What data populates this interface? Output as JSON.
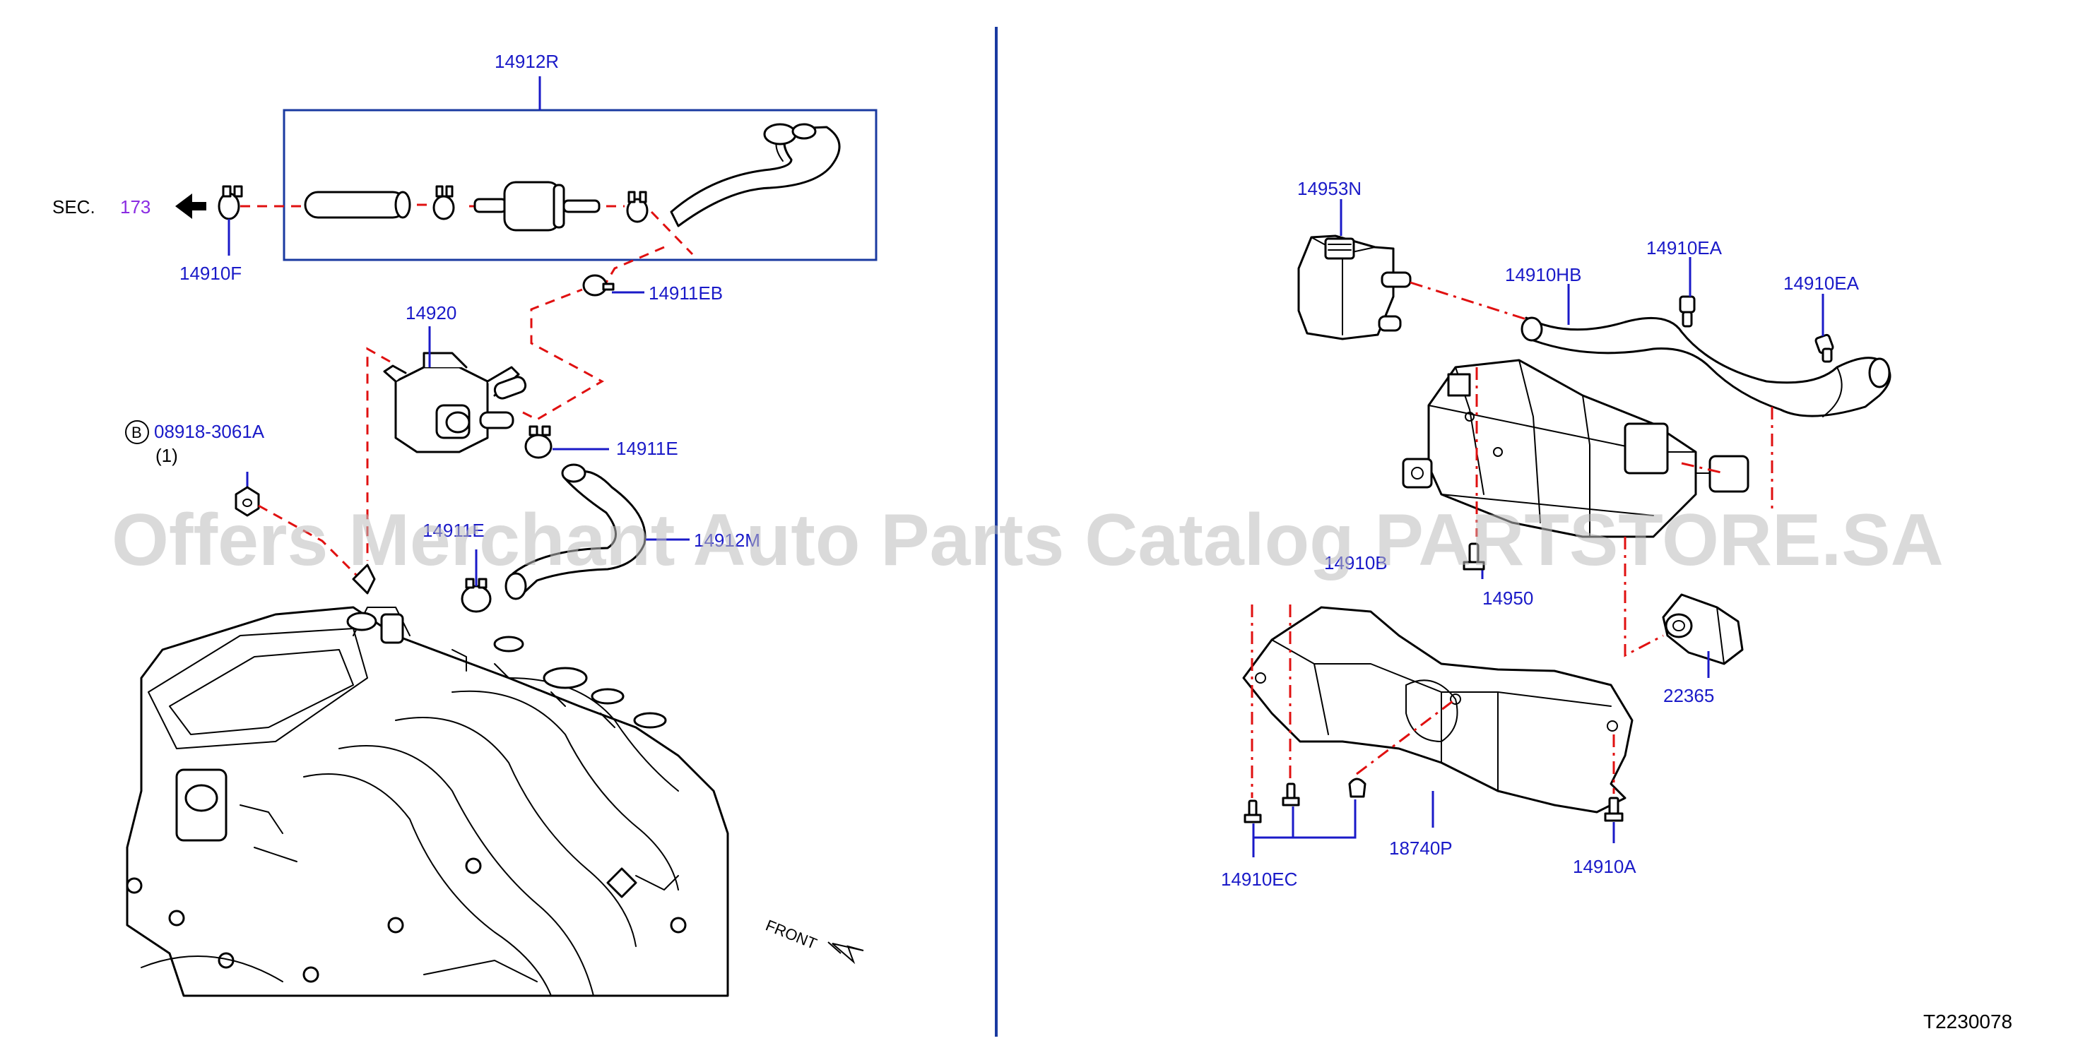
{
  "diagram": {
    "drawing_number": "T2230078",
    "section_ref": {
      "prefix": "SEC.",
      "number": "173"
    },
    "front_label": "FRONT",
    "watermark": "Offers Merchant Auto Parts Catalog PARTSTORE.SA",
    "callout_bolt_symbol": "B",
    "callout_bolt_text": "08918-3061A",
    "callout_bolt_qty": "(1)",
    "labels": {
      "p14912R": "14912R",
      "p14910F": "14910F",
      "p14911EB": "14911EB",
      "p14920": "14920",
      "p14911E_right": "14911E",
      "p14911E_left": "14911E",
      "p14912M": "14912M",
      "p14953N": "14953N",
      "p14910HB": "14910HB",
      "p14910EA_1": "14910EA",
      "p14910EA_2": "14910EA",
      "p1491BB": "14910B",
      "p14950": "14950",
      "p22365": "22365",
      "p18740P": "18740P",
      "p14910EC": "14910EC",
      "p14910A": "14910A"
    },
    "colors": {
      "label": "#1a1ac8",
      "section_number": "#8a2be2",
      "leader_dashed": "#e01010",
      "divider": "#1a3aa0",
      "watermark": "#bdbdbd"
    }
  }
}
